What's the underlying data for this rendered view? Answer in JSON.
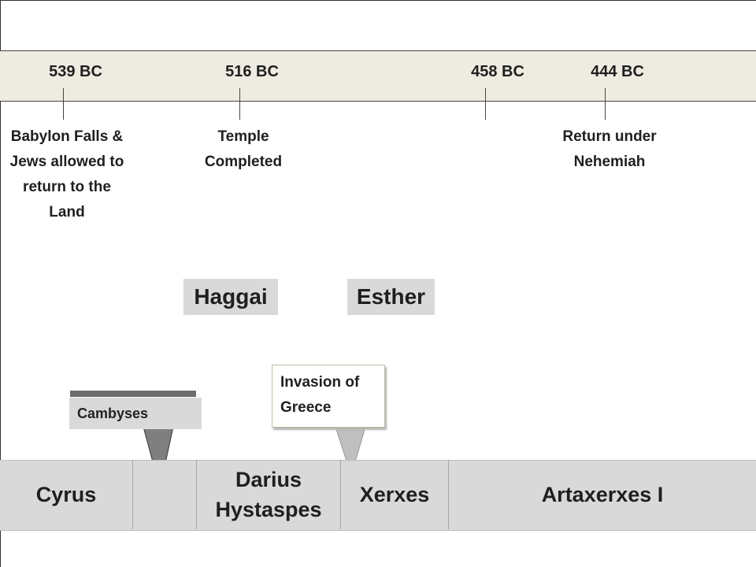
{
  "timeline": {
    "dates": [
      "539 BC",
      "516 BC",
      "458 BC",
      "444 BC"
    ],
    "events": [
      "Babylon Falls & Jews allowed to return to the Land",
      "Temple Completed",
      "Return under Nehemiah"
    ]
  },
  "books": [
    "Haggai",
    "Esther"
  ],
  "callouts": {
    "cambyses": "Cambyses",
    "invasion": "Invasion of Greece"
  },
  "kings": [
    "Cyrus",
    "",
    "Darius Hystaspes",
    "Xerxes",
    "Artaxerxes I"
  ]
}
